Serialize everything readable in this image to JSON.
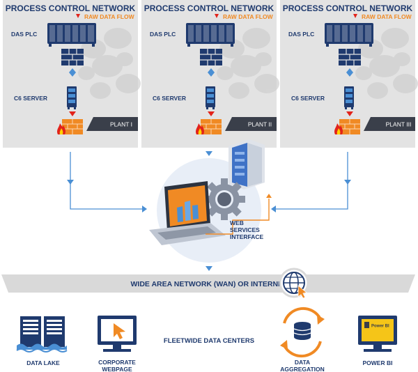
{
  "plants": [
    {
      "title": "PROCESS CONTROL NETWORK",
      "flow_label": "RAW DATA FLOW",
      "plc_label": "DAS PLC",
      "server_label": "C6 SERVER",
      "plant_label": "PLANT I"
    },
    {
      "title": "PROCESS CONTROL NETWORK",
      "flow_label": "RAW DATA FLOW",
      "plc_label": "DAS PLC",
      "server_label": "C6 SERVER",
      "plant_label": "PLANT II"
    },
    {
      "title": "PROCESS CONTROL NETWORK",
      "flow_label": "RAW DATA FLOW",
      "plc_label": "DAS PLC",
      "server_label": "C6 SERVER",
      "plant_label": "PLANT III"
    }
  ],
  "web_services": {
    "line1": "WEB",
    "line2": "SERVICES",
    "line3": "INTERFACE"
  },
  "wan": {
    "label": "WIDE AREA NETWORK (WAN) OR INTERNET"
  },
  "datacenters": {
    "label": "FLEETWIDE DATA CENTERS",
    "data_lake": "DATA LAKE",
    "corporate_line1": "CORPORATE",
    "corporate_line2": "WEBPAGE",
    "aggregation_line1": "DATA",
    "aggregation_line2": "AGGREGATION",
    "powerbi": "POWER BI",
    "powerbi_screen": "Power BI"
  },
  "colors": {
    "navy": "#1f3a6e",
    "orange": "#f08a24",
    "accent_blue": "#4a8fd4",
    "panel_gray": "#e3e3e3",
    "band_gray": "#d9d9d9"
  }
}
